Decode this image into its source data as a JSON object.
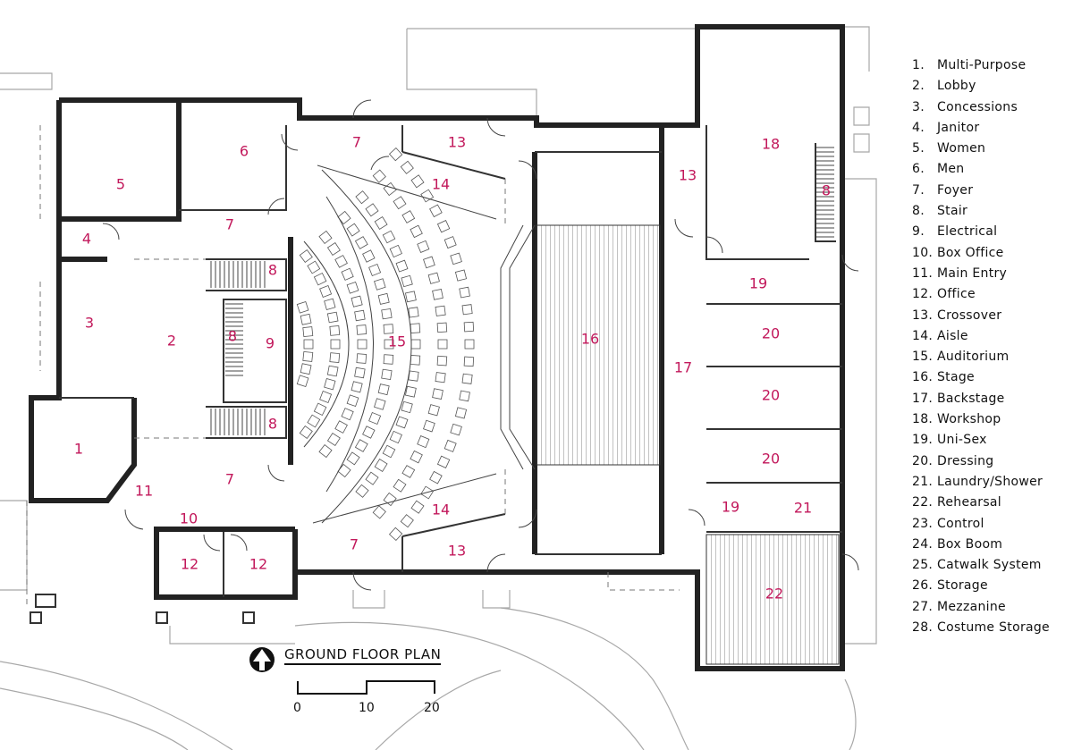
{
  "plan_title": "GROUND FLOOR PLAN",
  "scale": {
    "ticks": [
      "0",
      "10",
      "20"
    ]
  },
  "legend": [
    {
      "num": "1.",
      "name": "Multi-Purpose"
    },
    {
      "num": "2.",
      "name": "Lobby"
    },
    {
      "num": "3.",
      "name": "Concessions"
    },
    {
      "num": "4.",
      "name": "Janitor"
    },
    {
      "num": "5.",
      "name": "Women"
    },
    {
      "num": "6.",
      "name": "Men"
    },
    {
      "num": "7.",
      "name": "Foyer"
    },
    {
      "num": "8.",
      "name": "Stair"
    },
    {
      "num": "9.",
      "name": "Electrical"
    },
    {
      "num": "10.",
      "name": "Box Office"
    },
    {
      "num": "11.",
      "name": "Main Entry"
    },
    {
      "num": "12.",
      "name": "Office"
    },
    {
      "num": "13.",
      "name": "Crossover"
    },
    {
      "num": "14.",
      "name": "Aisle"
    },
    {
      "num": "15.",
      "name": "Auditorium"
    },
    {
      "num": "16.",
      "name": "Stage"
    },
    {
      "num": "17.",
      "name": "Backstage"
    },
    {
      "num": "18.",
      "name": "Workshop"
    },
    {
      "num": "19.",
      "name": "Uni-Sex"
    },
    {
      "num": "20.",
      "name": "Dressing"
    },
    {
      "num": "21.",
      "name": "Laundry/Shower"
    },
    {
      "num": "22.",
      "name": "Rehearsal"
    },
    {
      "num": "23.",
      "name": "Control"
    },
    {
      "num": "24.",
      "name": "Box Boom"
    },
    {
      "num": "25.",
      "name": "Catwalk System"
    },
    {
      "num": "26.",
      "name": "Storage"
    },
    {
      "num": "27.",
      "name": "Mezzanine"
    },
    {
      "num": "28.",
      "name": "Costume Storage"
    }
  ],
  "room_labels": {
    "multi_purpose": "1",
    "lobby": "2",
    "concessions": "3",
    "janitor": "4",
    "women": "5",
    "men": "6",
    "foyer_top": "7",
    "foyer_left_upper": "7",
    "foyer_left_lower": "7",
    "foyer_bottom": "7",
    "stair_upper": "8",
    "stair_middle": "8",
    "stair_lower": "8",
    "stair_workshop": "8",
    "electrical": "9",
    "box_office": "10",
    "main_entry": "11",
    "office_left": "12",
    "office_right": "12",
    "crossover_top": "13",
    "crossover_bottom": "13",
    "crossover_stage": "13",
    "aisle_top": "14",
    "aisle_bottom": "14",
    "auditorium": "15",
    "stage": "16",
    "backstage": "17",
    "workshop": "18",
    "unisex_top": "19",
    "unisex_bottom": "19",
    "dressing_1": "20",
    "dressing_2": "20",
    "dressing_3": "20",
    "laundry": "21",
    "rehearsal": "22"
  },
  "colors": {
    "room_label": "#c2185b",
    "walls": "#222222",
    "site": "#a8a8a8"
  }
}
